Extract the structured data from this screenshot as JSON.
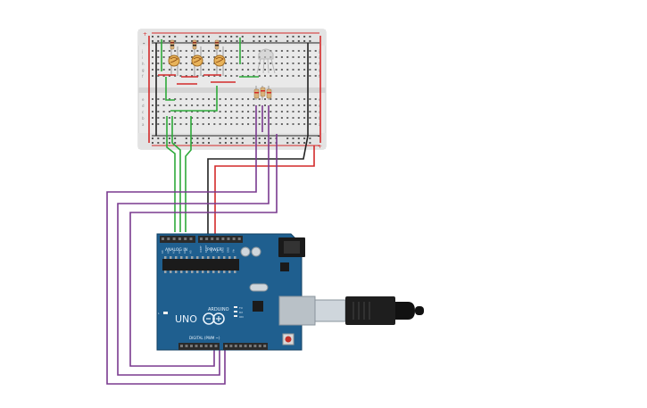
{
  "canvas": {
    "board": {
      "brand": "ARDUINO",
      "model": "UNO",
      "header_analog": "ANALOG IN",
      "header_power": "POWER",
      "header_digital": "DIGITAL (PWM ~)",
      "power_pins": [
        "IOREF",
        "RESET",
        "3.3V",
        "5V",
        "GND",
        "GND",
        "Vin"
      ],
      "analog_pins": [
        "A0",
        "A1",
        "A2",
        "A3",
        "A4",
        "A5"
      ],
      "leds": [
        "L",
        "TX",
        "RX",
        "ON"
      ]
    },
    "breadboard": {
      "row_letters_top": [
        "j",
        "i",
        "h",
        "g",
        "f"
      ],
      "row_letters_bottom": [
        "e",
        "d",
        "c",
        "b",
        "a"
      ],
      "rail_plus": "+",
      "rail_minus": "-"
    },
    "colors": {
      "board": "#1f5f8f",
      "wire_green": "#2eaa3a",
      "wire_purple": "#7a3a8f",
      "wire_black": "#222222",
      "wire_red": "#d32a2a",
      "breadboard": "#e6e6e6"
    }
  }
}
